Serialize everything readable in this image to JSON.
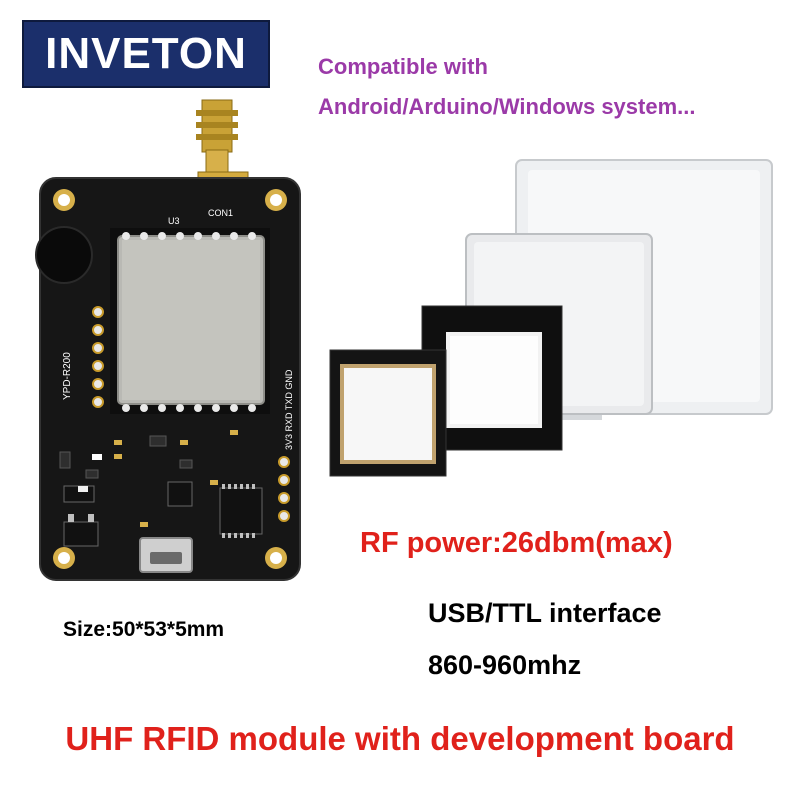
{
  "brand": {
    "logo_text": "INVETON",
    "logo_bg": "#1b2f6b"
  },
  "compatibility": {
    "line1": "Compatible with",
    "line2": "Android/Arduino/Windows system...",
    "color": "#9b3aa8"
  },
  "specs": {
    "size": "Size:50*53*5mm",
    "rf_power": "RF power:26dbm(max)",
    "interface": "USB/TTL interface",
    "frequency": "860-960mhz",
    "accent": "#e0211b"
  },
  "product_title": "UHF RFID module with development board",
  "board": {
    "silkscreen_model": "YPD-R200",
    "pin_labels": "3V3 RXD TXD GND",
    "connector_label": "CON1",
    "chip_label": "U3"
  }
}
